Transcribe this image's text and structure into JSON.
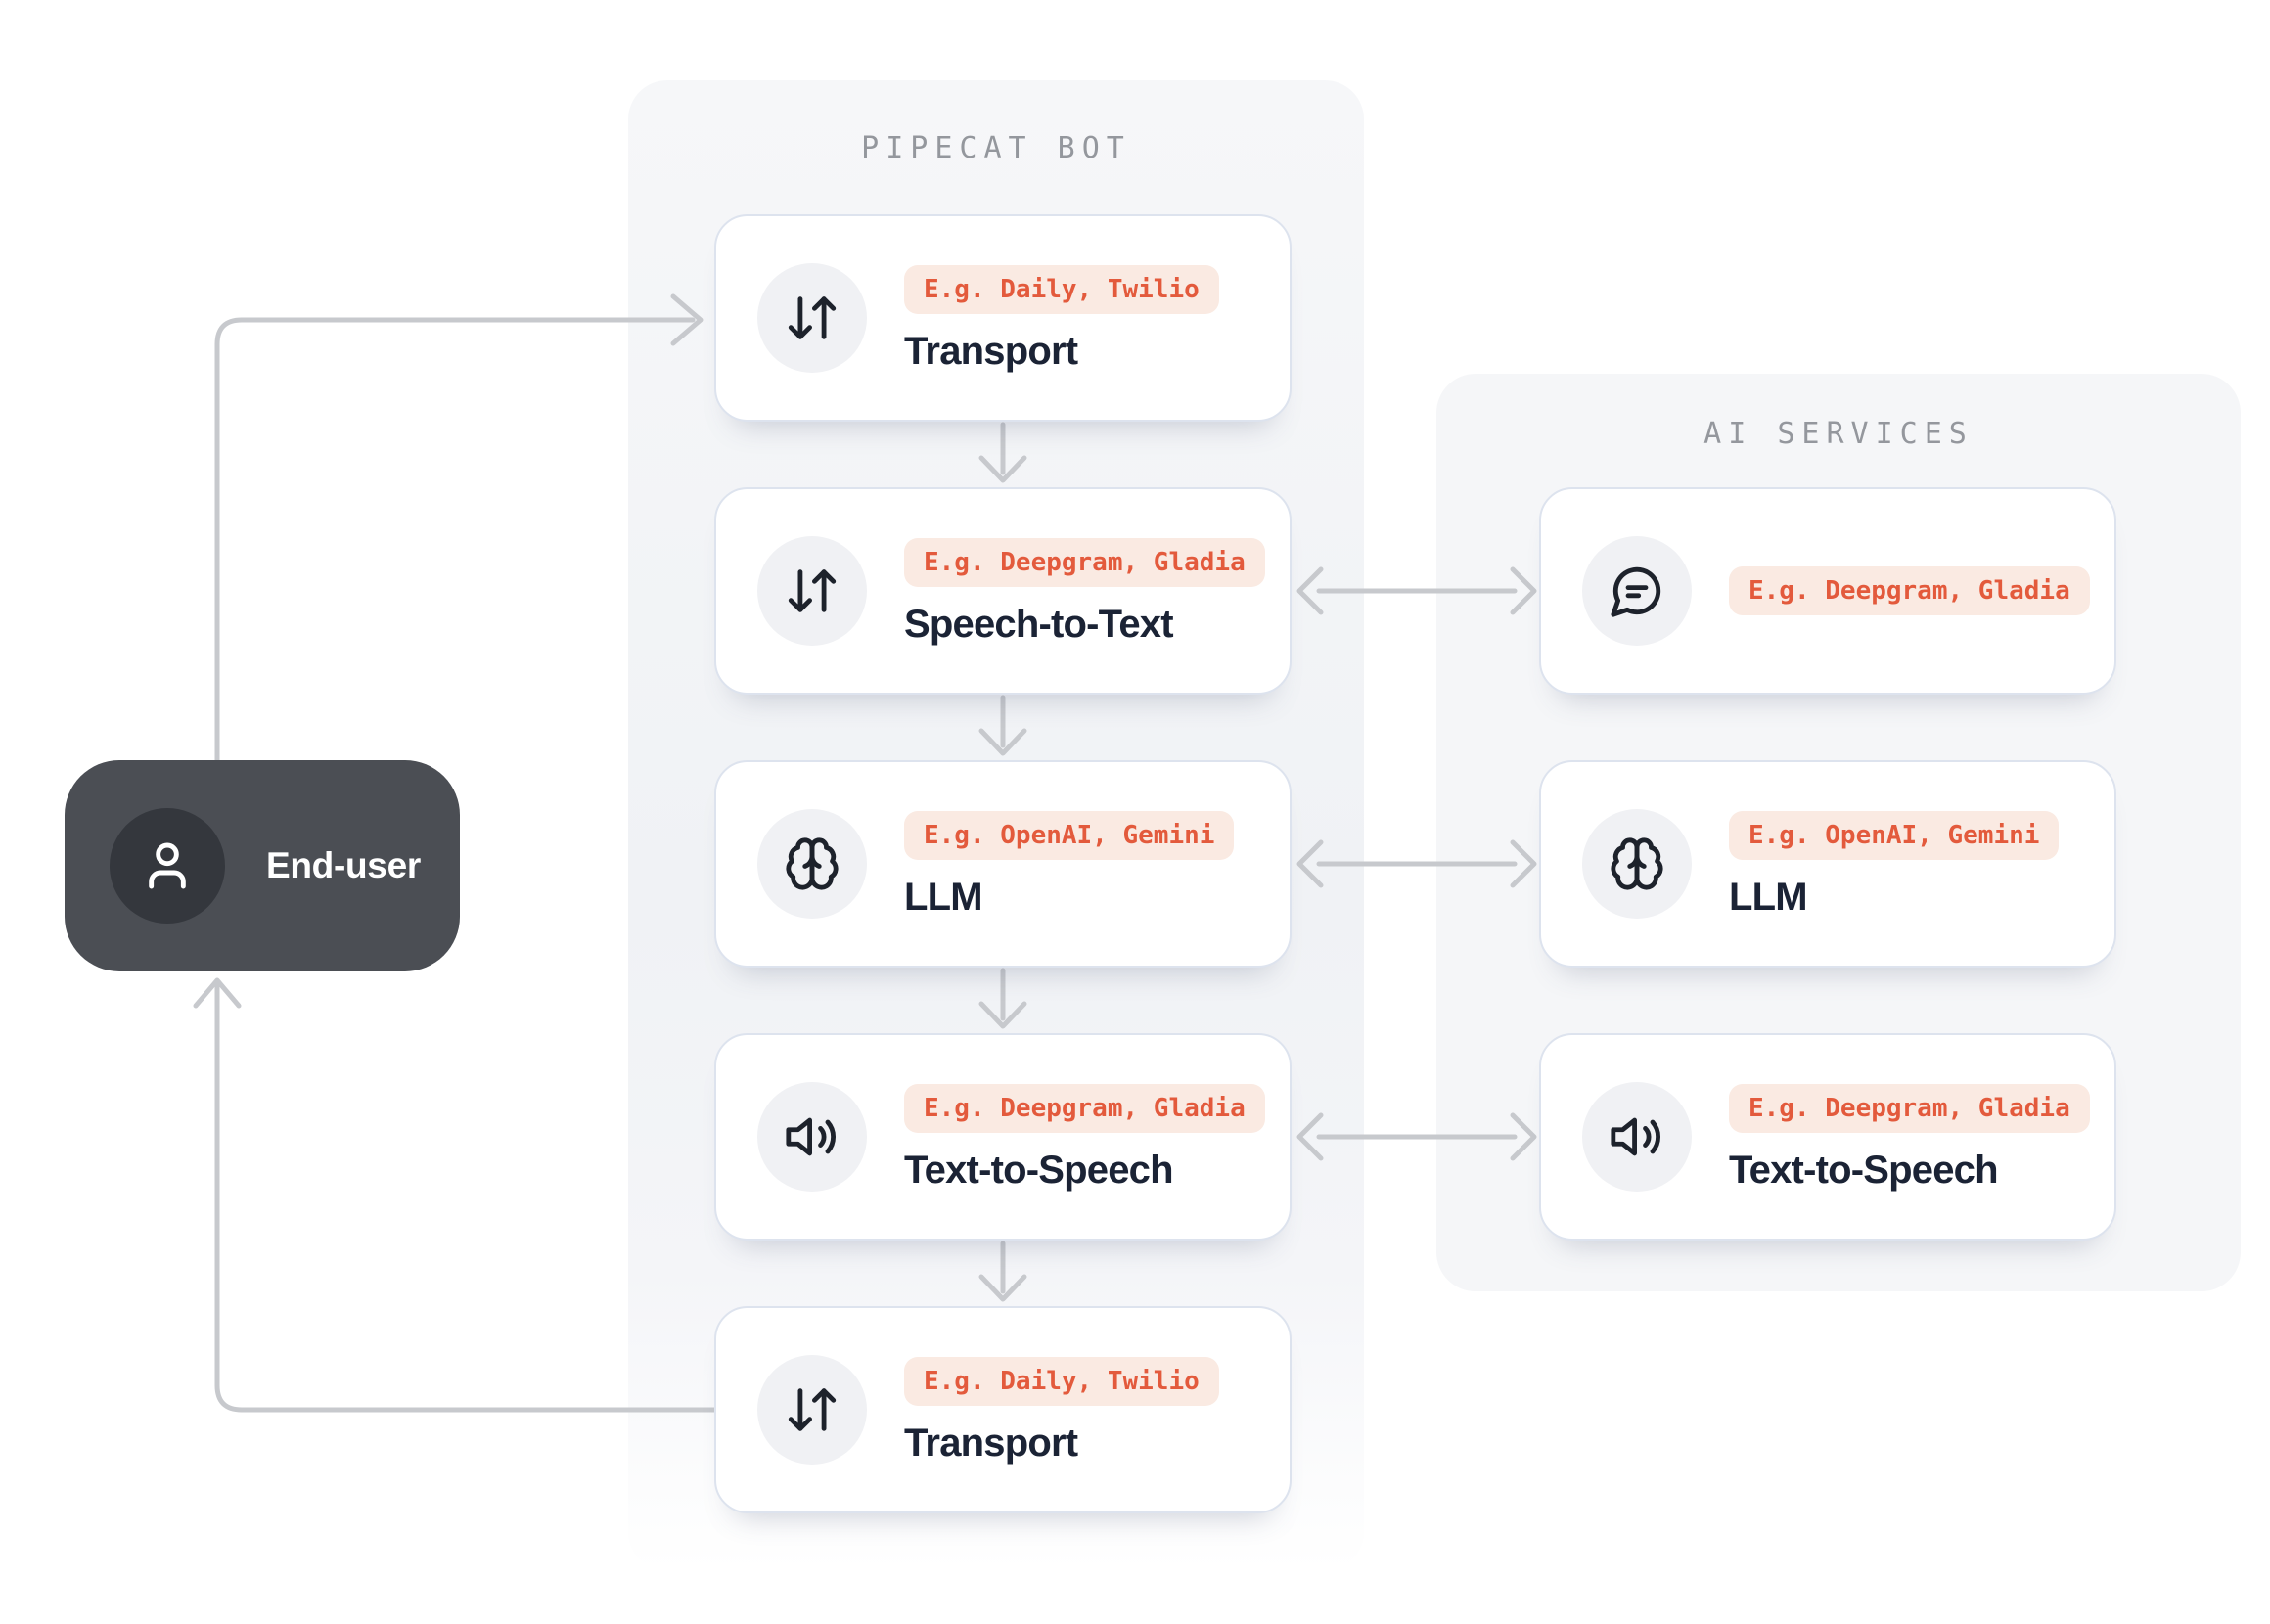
{
  "end_user": {
    "label": "End-user",
    "icon": "user-icon"
  },
  "pipecat_panel": {
    "title": "PIPECAT BOT",
    "cards": [
      {
        "icon": "arrows-up-down-icon",
        "badge": "E.g. Daily, Twilio",
        "title": "Transport"
      },
      {
        "icon": "arrows-up-down-icon",
        "badge": "E.g. Deepgram, Gladia",
        "title": "Speech-to-Text"
      },
      {
        "icon": "brain-icon",
        "badge": "E.g. OpenAI, Gemini",
        "title": "LLM"
      },
      {
        "icon": "speaker-icon",
        "badge": "E.g. Deepgram, Gladia",
        "title": "Text-to-Speech"
      },
      {
        "icon": "arrows-up-down-icon",
        "badge": "E.g. Daily, Twilio",
        "title": "Transport"
      }
    ]
  },
  "ai_panel": {
    "title": "AI SERVICES",
    "cards": [
      {
        "icon": "chat-bubble-icon",
        "badge": "E.g. Deepgram, Gladia",
        "title": ""
      },
      {
        "icon": "brain-icon",
        "badge": "E.g. OpenAI, Gemini",
        "title": "LLM"
      },
      {
        "icon": "speaker-icon",
        "badge": "E.g. Deepgram, Gladia",
        "title": "Text-to-Speech"
      }
    ]
  },
  "colors": {
    "badge_bg": "#faeae2",
    "badge_text": "#e35a3c",
    "card_title": "#1b2335",
    "card_border": "#dde3ee",
    "panel_bg": "#f5f6f8",
    "panel_title": "#94979d",
    "connector": "#c7c9cd",
    "end_user_bg": "#4b4e54",
    "end_user_circle": "#34373d",
    "icon_circle_bg": "#f0f1f4"
  }
}
